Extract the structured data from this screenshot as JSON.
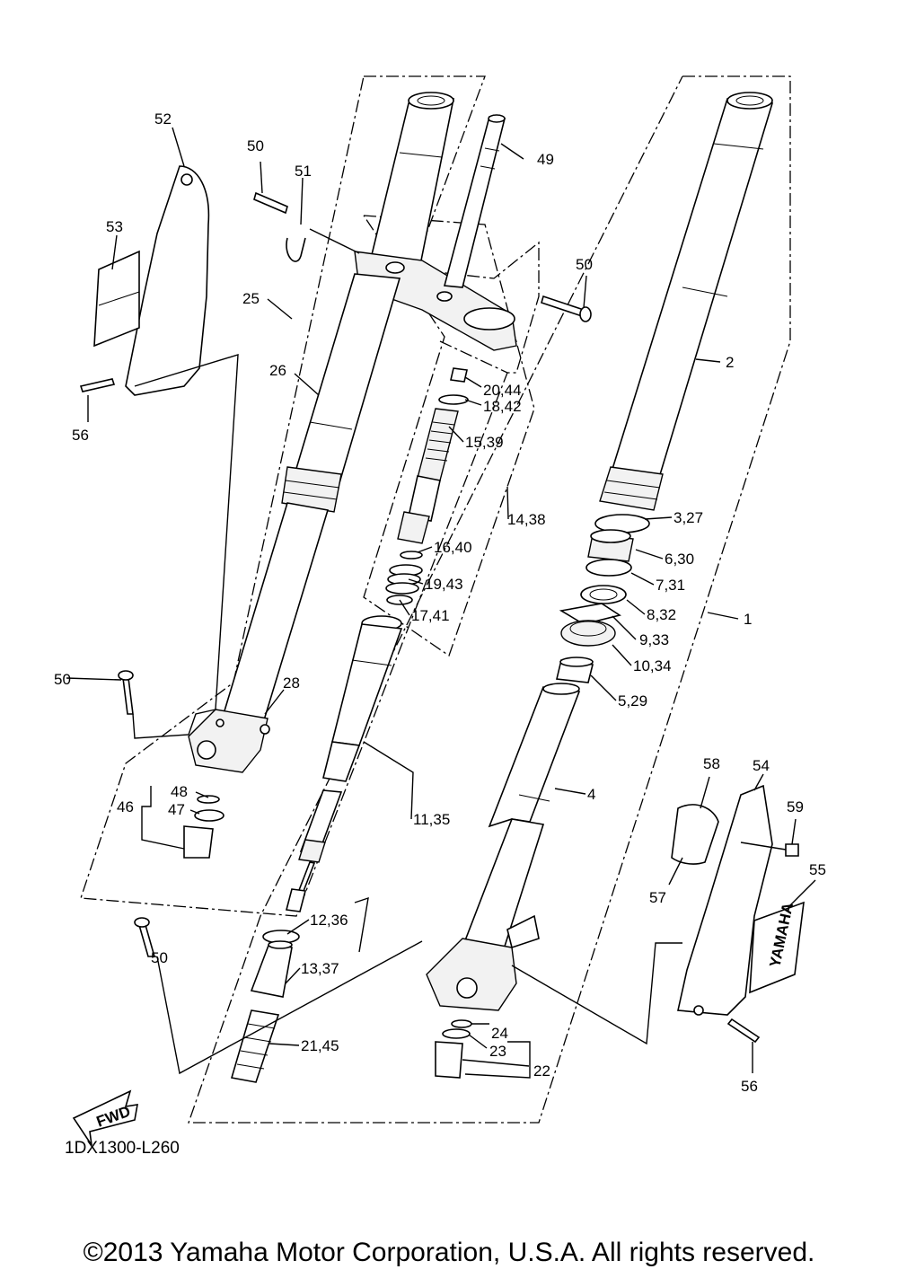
{
  "callouts": {
    "c1": "1",
    "c2": "2",
    "c3_27": "3,27",
    "c4": "4",
    "c5_29": "5,29",
    "c6_30": "6,30",
    "c7_31": "7,31",
    "c8_32": "8,32",
    "c9_33": "9,33",
    "c10_34": "10,34",
    "c11_35": "11,35",
    "c12_36": "12,36",
    "c13_37": "13,37",
    "c14_38": "14,38",
    "c15_39": "15,39",
    "c16_40": "16,40",
    "c17_41": "17,41",
    "c18_42": "18,42",
    "c19_43": "19,43",
    "c20_44": "20,44",
    "c21_45": "21,45",
    "c22": "22",
    "c23": "23",
    "c24": "24",
    "c25": "25",
    "c26": "26",
    "c28": "28",
    "c46": "46",
    "c47": "47",
    "c48": "48",
    "c49": "49",
    "c50a": "50",
    "c50b": "50",
    "c50c": "50",
    "c50d": "50",
    "c51": "51",
    "c52": "52",
    "c53": "53",
    "c54": "54",
    "c55": "55",
    "c56a": "56",
    "c56b": "56",
    "c57": "57",
    "c58": "58",
    "c59": "59"
  },
  "fwd_label": "FWD",
  "guard_logo": "YAMAHA",
  "diagram_code": "1DX1300-L260",
  "copyright": "©2013 Yamaha Motor Corporation, U.S.A. All rights reserved."
}
